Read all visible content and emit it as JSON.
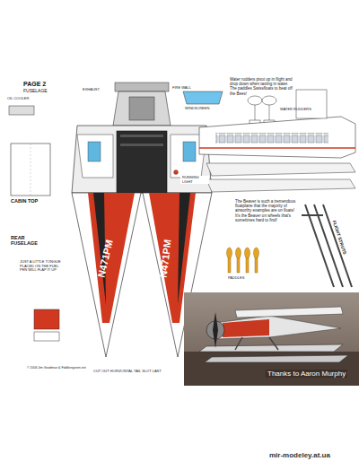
{
  "diagram": {
    "labels": [
      "PAGE 2",
      "FUSELAGE",
      "OIL COOLER",
      "EXHAUST",
      "FIRE WALL",
      "WINDSCREEN",
      "Water rudders pivot up in flight and drop down when taxiing in water. The paddles Swissfloats to beat off the Bees!",
      "WATER RUDDERS",
      "RUNNING LIGHT",
      "CABIN TOP",
      "REAR FUSELAGE",
      "N471PM",
      "N471PM",
      "The Beaver is such a tremendous floatplane that the majority of airworthy examples are on floats! It's the Beaver on wheels that's sometimes hard to find!",
      "FLIGHT STRUTS",
      "PADDLES",
      "JUST A LITTLE TONGUE PLACED ON THE FUEL PEN WILL FLAP IT UP",
      "© 2006 Jim Goodman & Fiddlersgreen.net",
      "CUT OUT HORIZONTAL TAIL SLOT LAST",
      "Thanks to Aaron Murphy",
      "mir-modeley.at.ua"
    ]
  }
}
